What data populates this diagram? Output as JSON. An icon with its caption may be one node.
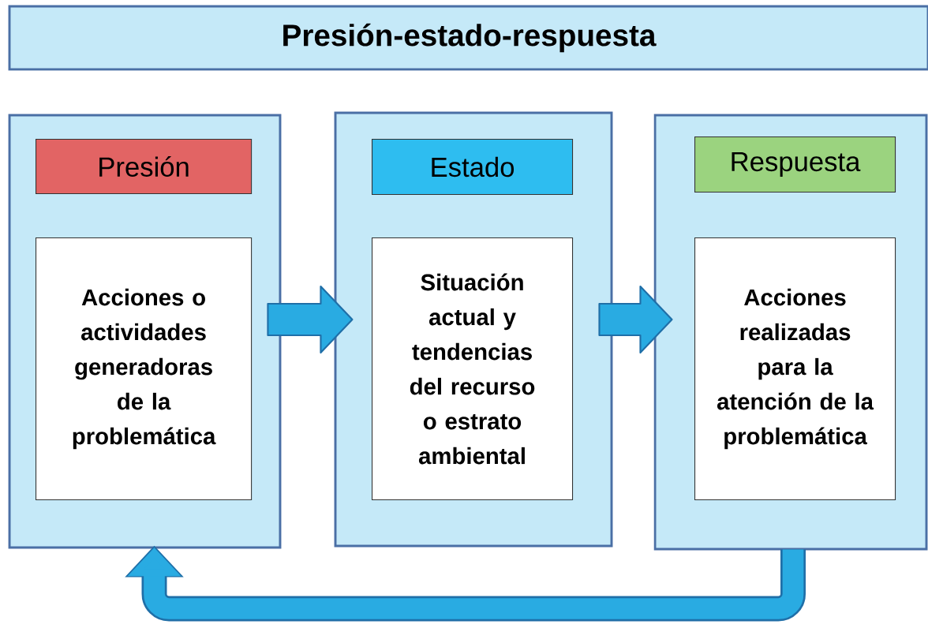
{
  "diagram": {
    "title": "Presión-estado-respuesta",
    "nodes": [
      {
        "text": [],
        "shape": "box"
      },
      {
        "text": [
          "Presión"
        ],
        "in": 0
      },
      {
        "text": [
          "Acciones o actividades generadoras de la problemática"
        ],
        "in": 0
      },
      {
        "text": [],
        "shape": "box"
      },
      {
        "text": [
          "Estado"
        ],
        "in": 3
      },
      {
        "text": [
          "Situación actual y tendencias del recurso o estrato ambiental"
        ],
        "in": 3
      },
      {
        "text": [],
        "shape": "box"
      },
      {
        "text": [
          "Respuesta"
        ],
        "in": 6
      },
      {
        "text": [
          "Acciones realizadas para la atención de la problemática"
        ],
        "in": 6
      }
    ],
    "edges": [
      {
        "from": 0,
        "to": 3,
        "arrow": "to"
      },
      {
        "from": 3,
        "to": 6,
        "arrow": "to"
      },
      {
        "from": 6,
        "to": 0,
        "arrow": "to"
      }
    ]
  }
}
